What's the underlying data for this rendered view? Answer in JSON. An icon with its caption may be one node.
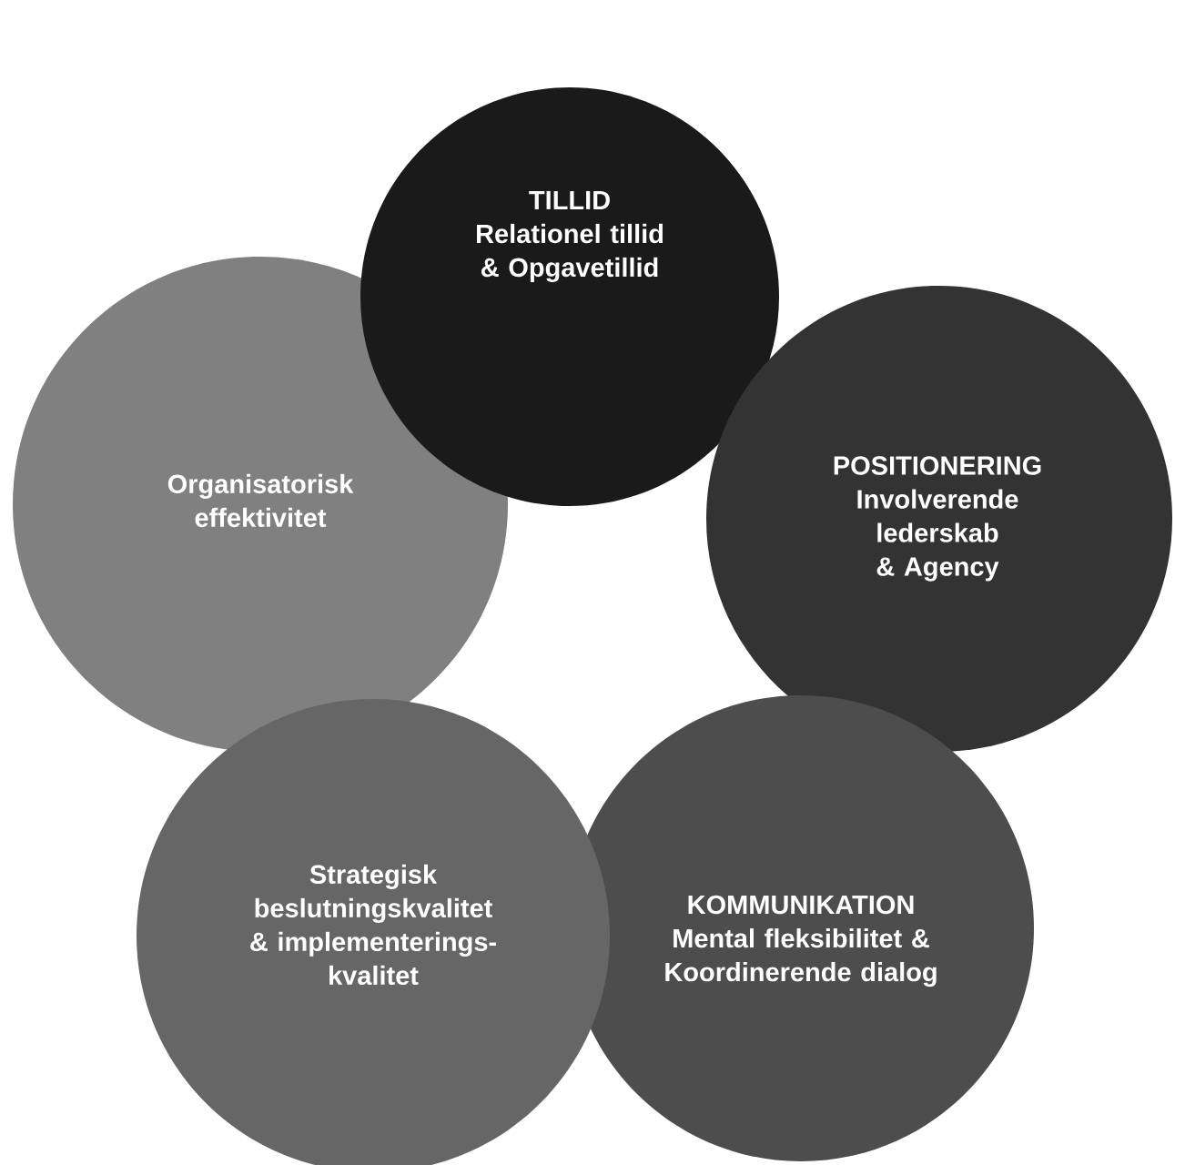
{
  "diagram": {
    "nodes": [
      {
        "text": [
          "TILLID",
          "Relationel tillid & Opgavetillid"
        ]
      },
      {
        "text": [
          "Organisatorisk effektivitet"
        ]
      },
      {
        "text": [
          "POSITIONERING",
          "Involverende lederskab & Agency"
        ]
      },
      {
        "text": [
          "Strategisk beslutningskvalitet & implementerings- kvalitet"
        ]
      },
      {
        "text": [
          "KOMMUNIKATION",
          "Mental fleksibilitet & Koordinerende dialog"
        ]
      }
    ]
  }
}
